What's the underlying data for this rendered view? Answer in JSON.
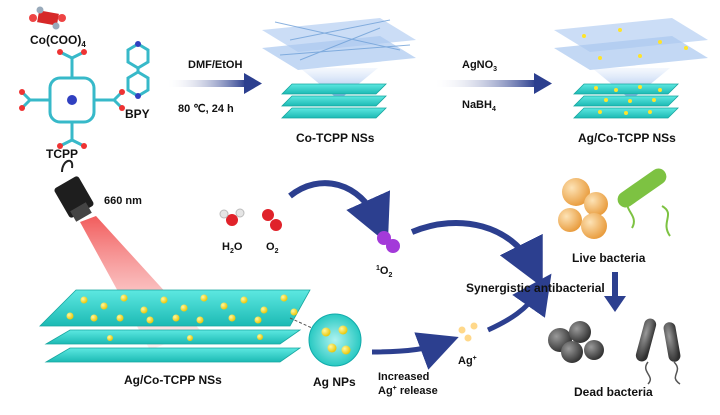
{
  "top": {
    "reagents": {
      "metal_formula": "Co(COO)",
      "metal_formula_sub": "4",
      "linker_bpy": "BPY",
      "ligand_tcpp": "TCPP"
    },
    "step1": {
      "solvent": "DMF/EtOH",
      "conditions": "80 ℃,  24 h"
    },
    "product1": "Co-TCPP NSs",
    "step2": {
      "reagent_a": "AgNO",
      "reagent_a_sub": "3",
      "reagent_b": "NaBH",
      "reagent_b_sub": "4"
    },
    "product2": "Ag/Co-TCPP NSs"
  },
  "bottom": {
    "laser": "660 nm",
    "water_main": "H",
    "water_sub": "2",
    "water_end": "O",
    "oxygen_main": "O",
    "oxygen_sub": "2",
    "singlet_sup": "1",
    "singlet_main": "O",
    "singlet_sub": "2",
    "nanosheet_label": "Ag/Co-TCPP NSs",
    "ag_nps_label": "Ag NPs",
    "release_line1": "Increased",
    "release_line2_a": "Ag",
    "release_line2_sup": "+",
    "release_line2_b": " release",
    "ag_ion_main": "Ag",
    "ag_ion_sup": "+",
    "synergy_label": "Synergistic antibacterial",
    "live_label": "Live bacteria",
    "dead_label": "Dead bacteria"
  },
  "colors": {
    "arrow_navy": "#2c3f8f",
    "sheet_cyan": "#2fd6cf",
    "nanoparticle_yellow": "#ffe42a",
    "laser_red": "#f04a4a",
    "oxygen_red": "#e0222a",
    "singlet_purple": "#a33ad9",
    "live_bacteria_orange": "#f4a94a",
    "dead_bacteria_gray": "#3a3a3a"
  }
}
